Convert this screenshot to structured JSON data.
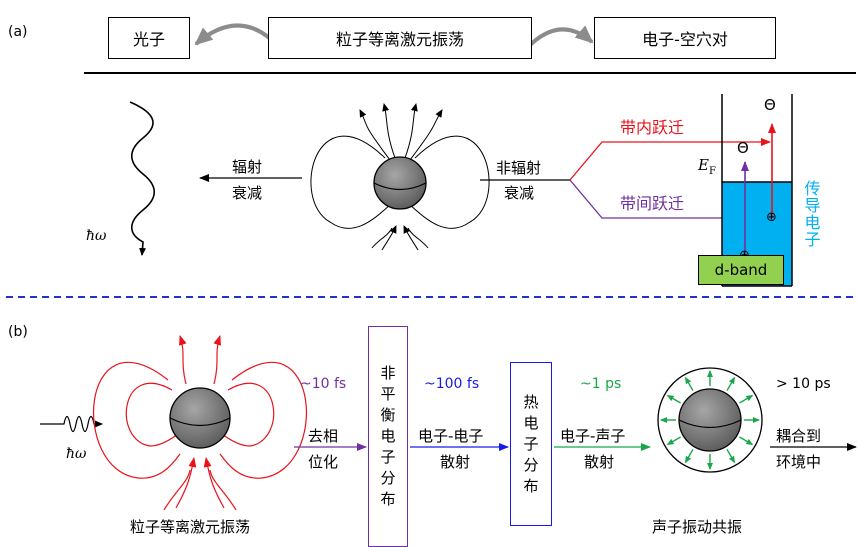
{
  "panel_a": {
    "tag": "(a)",
    "top_boxes": {
      "photon": "光子",
      "plasmon": "粒子等离激元振荡",
      "pair": "电子-空穴对"
    },
    "radiative_decay": [
      "辐射",
      "衰减"
    ],
    "nonradiative_decay": [
      "非辐射",
      "衰减"
    ],
    "intraband": "带内跃迁",
    "interband": "带间跃迁",
    "fermi_level": "E",
    "fermi_sub": "F",
    "hbar_omega": "ħω",
    "electron_symbol": "Θ",
    "hole_symbol": "⊕",
    "dband": "d-band",
    "conduction_electrons": "传导电子"
  },
  "panel_b": {
    "tag": "(b)",
    "hbar_omega": "ħω",
    "plasmon_label": "粒子等离激元振荡",
    "t1": "~10 fs",
    "dephasing": [
      "去相",
      "位化"
    ],
    "nonequilibrium": [
      "非",
      "平",
      "衡",
      "电",
      "子",
      "分",
      "布"
    ],
    "t2": "~100 fs",
    "ee_scattering": [
      "电子-电子",
      "散射"
    ],
    "hot_electron": [
      "热",
      "电",
      "子",
      "分",
      "布"
    ],
    "t3": "~1 ps",
    "ep_scattering": [
      "电子-声子",
      "散射"
    ],
    "t4": "> 10 ps",
    "coupling": [
      "耦合到",
      "环境中"
    ],
    "phonon_label": "声子振动共振"
  },
  "colors": {
    "red": "#e8141b",
    "purple": "#7030a0",
    "blue": "#1a1ae6",
    "green": "#1aa64a",
    "cyan": "#00b0f0",
    "dband_green": "#92d050",
    "divider_blue": "#2233cc",
    "gray_arrow": "#8c8c8c"
  }
}
